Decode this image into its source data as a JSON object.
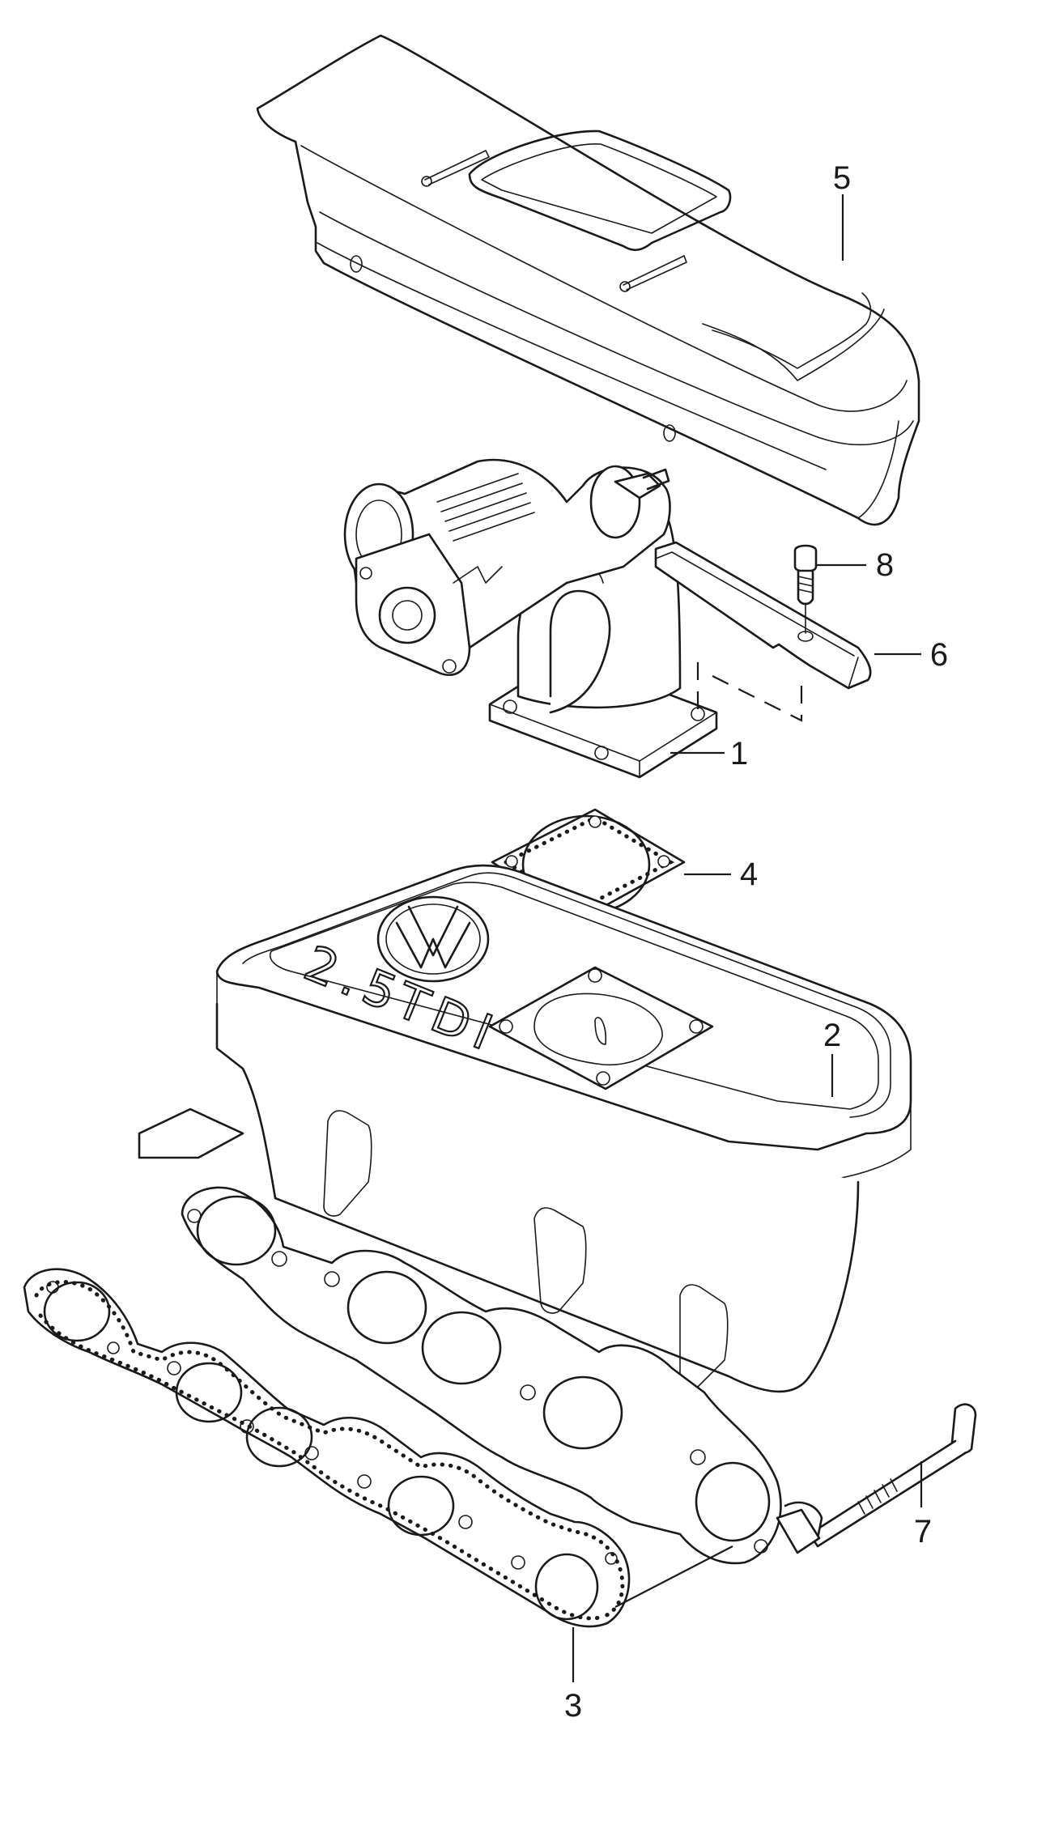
{
  "diagram": {
    "callouts": [
      "1",
      "2",
      "3",
      "4",
      "5",
      "6",
      "7",
      "8"
    ],
    "embossing": {
      "displacement": "2.5",
      "engine": "TDI",
      "logo_letters": "VW"
    }
  }
}
